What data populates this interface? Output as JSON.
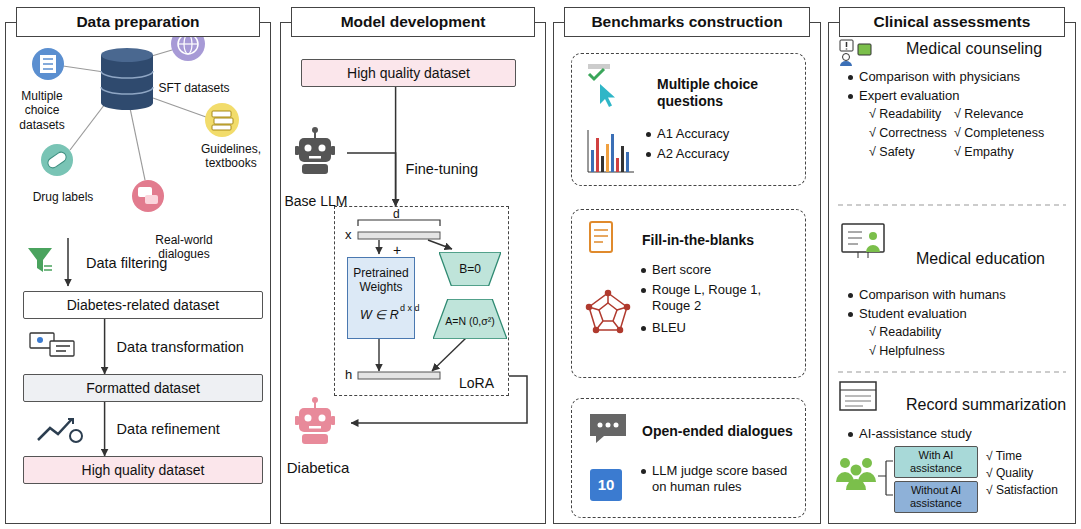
{
  "diagram": {
    "nodes": [
      {
        "text": [
          "Data preparation"
        ]
      },
      {
        "text": [
          "Diabetes-related dataset"
        ],
        "in": 0
      },
      {
        "text": [
          "Formatted dataset"
        ],
        "in": 0
      },
      {
        "text": [
          "High quality dataset"
        ],
        "in": 0
      },
      {
        "text": [
          "Model development"
        ]
      },
      {
        "text": [
          "High quality dataset"
        ],
        "in": 4
      },
      {
        "text": [
          "Base LLM"
        ],
        "in": 4
      },
      {
        "text": [
          "LoRA"
        ],
        "in": 4
      },
      {
        "text": [
          "Pretrained Weights",
          "W ∈ R",
          "d x d"
        ],
        "in": 7
      },
      {
        "text": [
          "B=0"
        ],
        "in": 7
      },
      {
        "text": [
          "A=N (0,σ²)"
        ],
        "in": 7
      },
      {
        "text": [
          "Diabetica"
        ],
        "in": 4
      },
      {
        "text": [
          "Benchmarks construction"
        ]
      },
      {
        "text": [
          "Multiple choice questions",
          "A1 Accuracy",
          "A2 Accuracy"
        ],
        "in": 12
      },
      {
        "text": [
          "Fill-in-the-blanks",
          "Bert score",
          "Rouge L, Rouge 1, Rouge 2",
          "BLEU"
        ],
        "in": 12
      },
      {
        "text": [
          "Open-ended dialogues",
          "10",
          "LLM judge score based on human rules"
        ],
        "in": 12
      },
      {
        "text": [
          "Clinical assessments"
        ]
      },
      {
        "text": [
          "With AI assistance"
        ],
        "in": 16
      },
      {
        "text": [
          "Without AI assistance"
        ],
        "in": 16
      }
    ],
    "edges": [
      {
        "from": 1,
        "to": 2,
        "arrow": "to",
        "label": "Data transformation"
      },
      {
        "from": 2,
        "to": 3,
        "arrow": "to",
        "label": "Data refinement"
      },
      {
        "from": 5,
        "to": 7,
        "arrow": "to",
        "label": "Fine-tuning"
      },
      {
        "from": 6,
        "to": 7,
        "arrow": "to"
      },
      {
        "from": 7,
        "to": 11,
        "arrow": "to"
      }
    ],
    "labels": [
      "Multiple choice datasets",
      "SFT datasets",
      "Guidelines, textbooks",
      "Drug labels",
      "Real-world dialogues",
      "Data filtering",
      "d",
      "x",
      "+",
      "h",
      "Medical counseling",
      "Comparison with physicians",
      "Expert evaluation",
      "√ Readability",
      "√ Relevance",
      "√ Correctness",
      "√ Completeness",
      "√ Safety",
      "√ Empathy",
      "Medical education",
      "Comparison with humans",
      "Student evaluation",
      "√ Readability",
      "√ Helpfulness",
      "Record summarization",
      "AI-assistance study",
      "√ Time",
      "√ Quality",
      "√ Satisfaction"
    ]
  }
}
